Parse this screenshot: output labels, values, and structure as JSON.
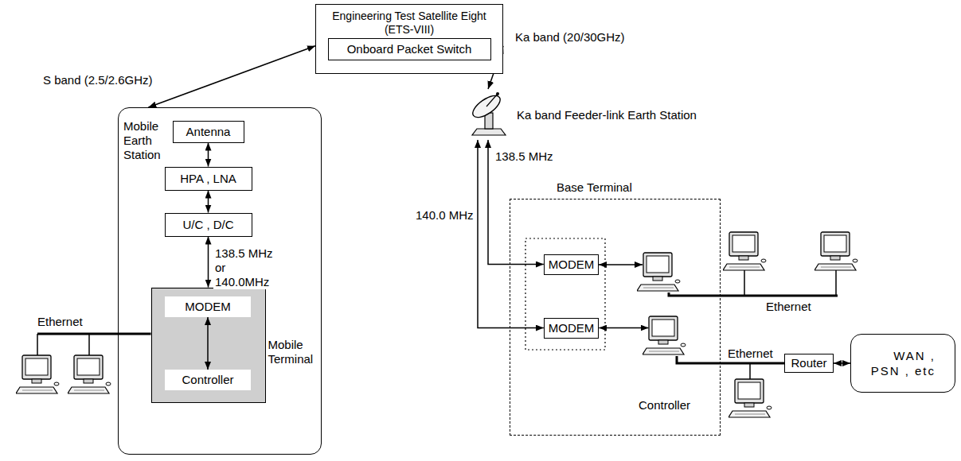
{
  "diagram": {
    "nodes": [
      {
        "text": [
          "Engineering Test Satellite Eight (ETS-VIII)"
        ]
      },
      {
        "text": [
          "Onboard Packet Switch"
        ],
        "in": 0
      },
      {
        "text": [
          "Mobile Earth Station"
        ]
      },
      {
        "text": [
          "Antenna"
        ],
        "in": 2
      },
      {
        "text": [
          "HPA , LNA"
        ],
        "in": 2
      },
      {
        "text": [
          "U/C , D/C"
        ],
        "in": 2
      },
      {
        "text": [
          "Mobile Terminal"
        ],
        "in": 2
      },
      {
        "text": [
          "MODEM"
        ],
        "in": 6
      },
      {
        "text": [
          "Controller"
        ],
        "in": 6
      },
      {
        "text": [
          "Ka band Feeder-link Earth Station"
        ]
      },
      {
        "text": [
          "Base Terminal"
        ]
      },
      {
        "text": [
          "MODEM"
        ],
        "in": 10
      },
      {
        "text": [
          "MODEM"
        ],
        "in": 10
      },
      {
        "text": [
          "Controller"
        ],
        "in": 10
      },
      {
        "text": [
          "Router"
        ]
      },
      {
        "text": [
          "WAN , PSN , etc"
        ]
      }
    ],
    "edges": [
      {
        "from": 0,
        "to": 2,
        "label": "S band (2.5/2.6GHz)",
        "arrow": "both"
      },
      {
        "from": 0,
        "to": 9,
        "label": "Ka band (20/30GHz)",
        "arrow": "both"
      },
      {
        "from": 3,
        "to": 4,
        "arrow": "both"
      },
      {
        "from": 4,
        "to": 5,
        "arrow": "both"
      },
      {
        "from": 5,
        "to": 6,
        "label": "138.5 MHz or 140.0MHz",
        "arrow": "both"
      },
      {
        "from": 7,
        "to": 8,
        "arrow": "both"
      },
      {
        "from": 9,
        "to": 11,
        "label": "138.5 MHz",
        "arrow": "both"
      },
      {
        "from": 9,
        "to": 12,
        "label": "140.0 MHz",
        "arrow": "both"
      },
      {
        "from": 13,
        "to": 12,
        "arrow": "both"
      },
      {
        "from": 14,
        "to": 15,
        "arrow": "both"
      }
    ],
    "labels": [
      "Ethernet",
      "Ethernet",
      "Ethernet"
    ]
  }
}
